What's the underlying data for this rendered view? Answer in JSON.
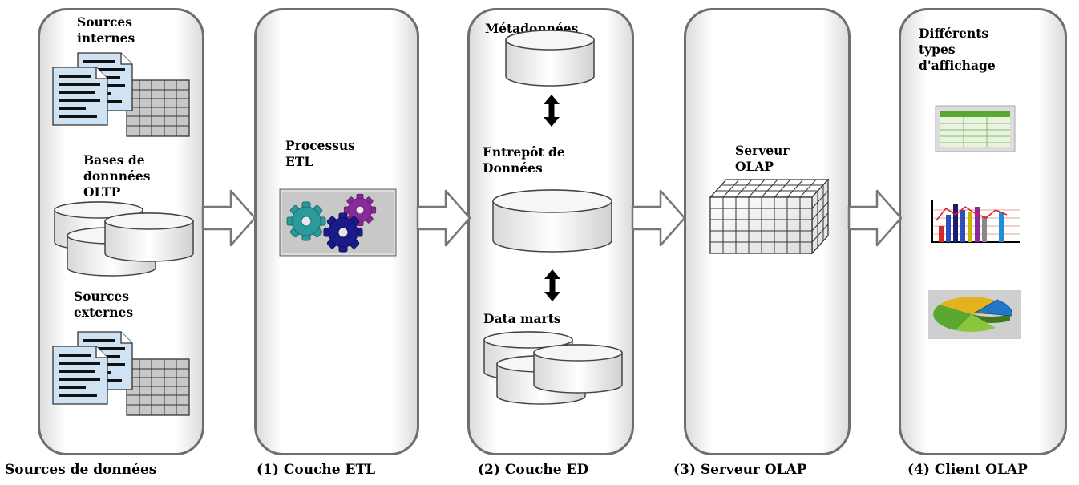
{
  "columns": {
    "sources": {
      "footer": "Sources de données",
      "internal_label": "Sources\ninternes",
      "oltp_label": "Bases de\ndonnnées\nOLTP",
      "external_label": "Sources\nexternes"
    },
    "etl": {
      "footer": "(1) Couche ETL",
      "label": "Processus\nETL"
    },
    "ed": {
      "footer": "(2) Couche ED",
      "metadata_label": "Métadonnées",
      "warehouse_label": "Entrepôt de\nDonnées",
      "datamarts_label": "Data marts"
    },
    "olap_server": {
      "footer": "(3) Serveur OLAP",
      "label": "Serveur\nOLAP"
    },
    "olap_client": {
      "footer": "(4) Client OLAP",
      "label": "Différents\ntypes\nd'affichage"
    }
  },
  "icons": [
    "document-icon",
    "spreadsheet-icon",
    "database-icon",
    "gears-icon",
    "double-arrow-icon",
    "olap-cube-icon",
    "table-display-icon",
    "bar-chart-icon",
    "pie-chart-icon",
    "flow-arrow-icon"
  ],
  "colors": {
    "panel_border": "#6e6e6e",
    "document": "#cfe3f5",
    "gear_teal": "#2a9a9a",
    "gear_purple": "#8a2a9a",
    "gear_blue": "#1a1a8a",
    "chart_green": "#5aa832",
    "pie_yellow": "#e5b11c",
    "pie_blue": "#1f77c6"
  }
}
